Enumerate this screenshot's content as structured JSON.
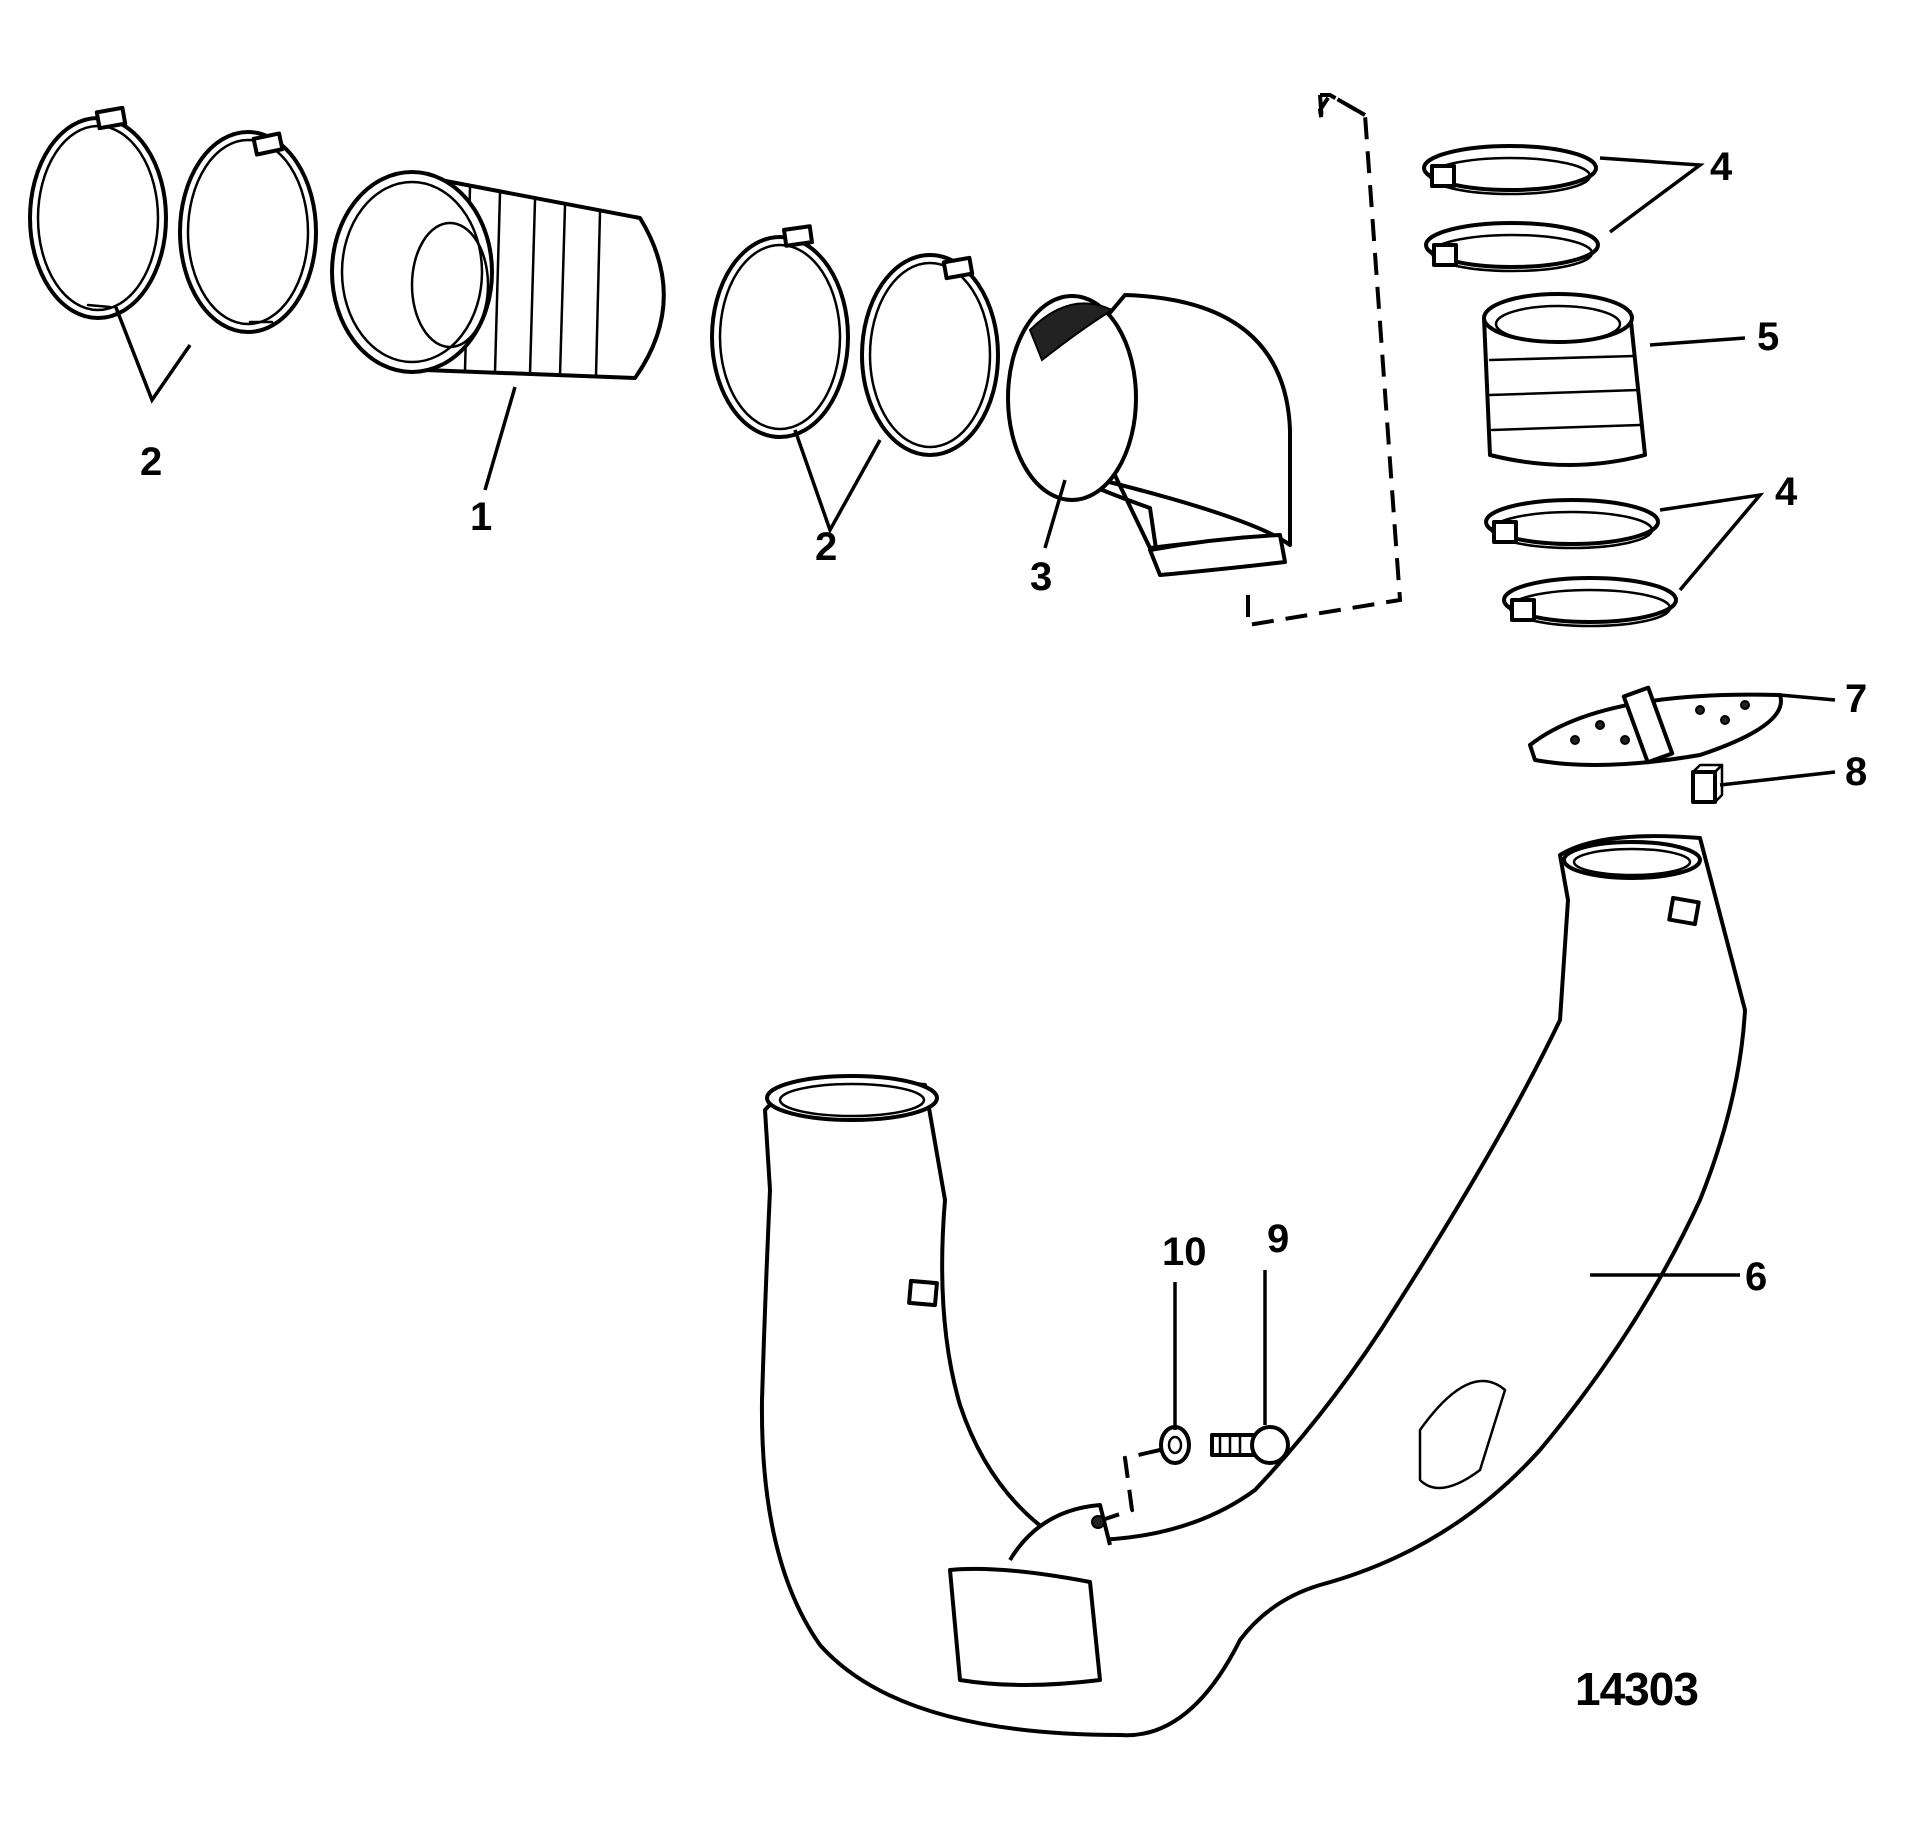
{
  "diagram": {
    "drawing_number": "14303",
    "callouts": {
      "hose": "1",
      "clamps_left": "2",
      "clamps_middle": "2",
      "elbow": "3",
      "clamps_upper": "4",
      "clamps_lower": "4",
      "hose_short": "5",
      "exhaust_pipe": "6",
      "flapper_valve": "7",
      "rubber_block": "8",
      "screw": "9",
      "washer": "10"
    }
  }
}
